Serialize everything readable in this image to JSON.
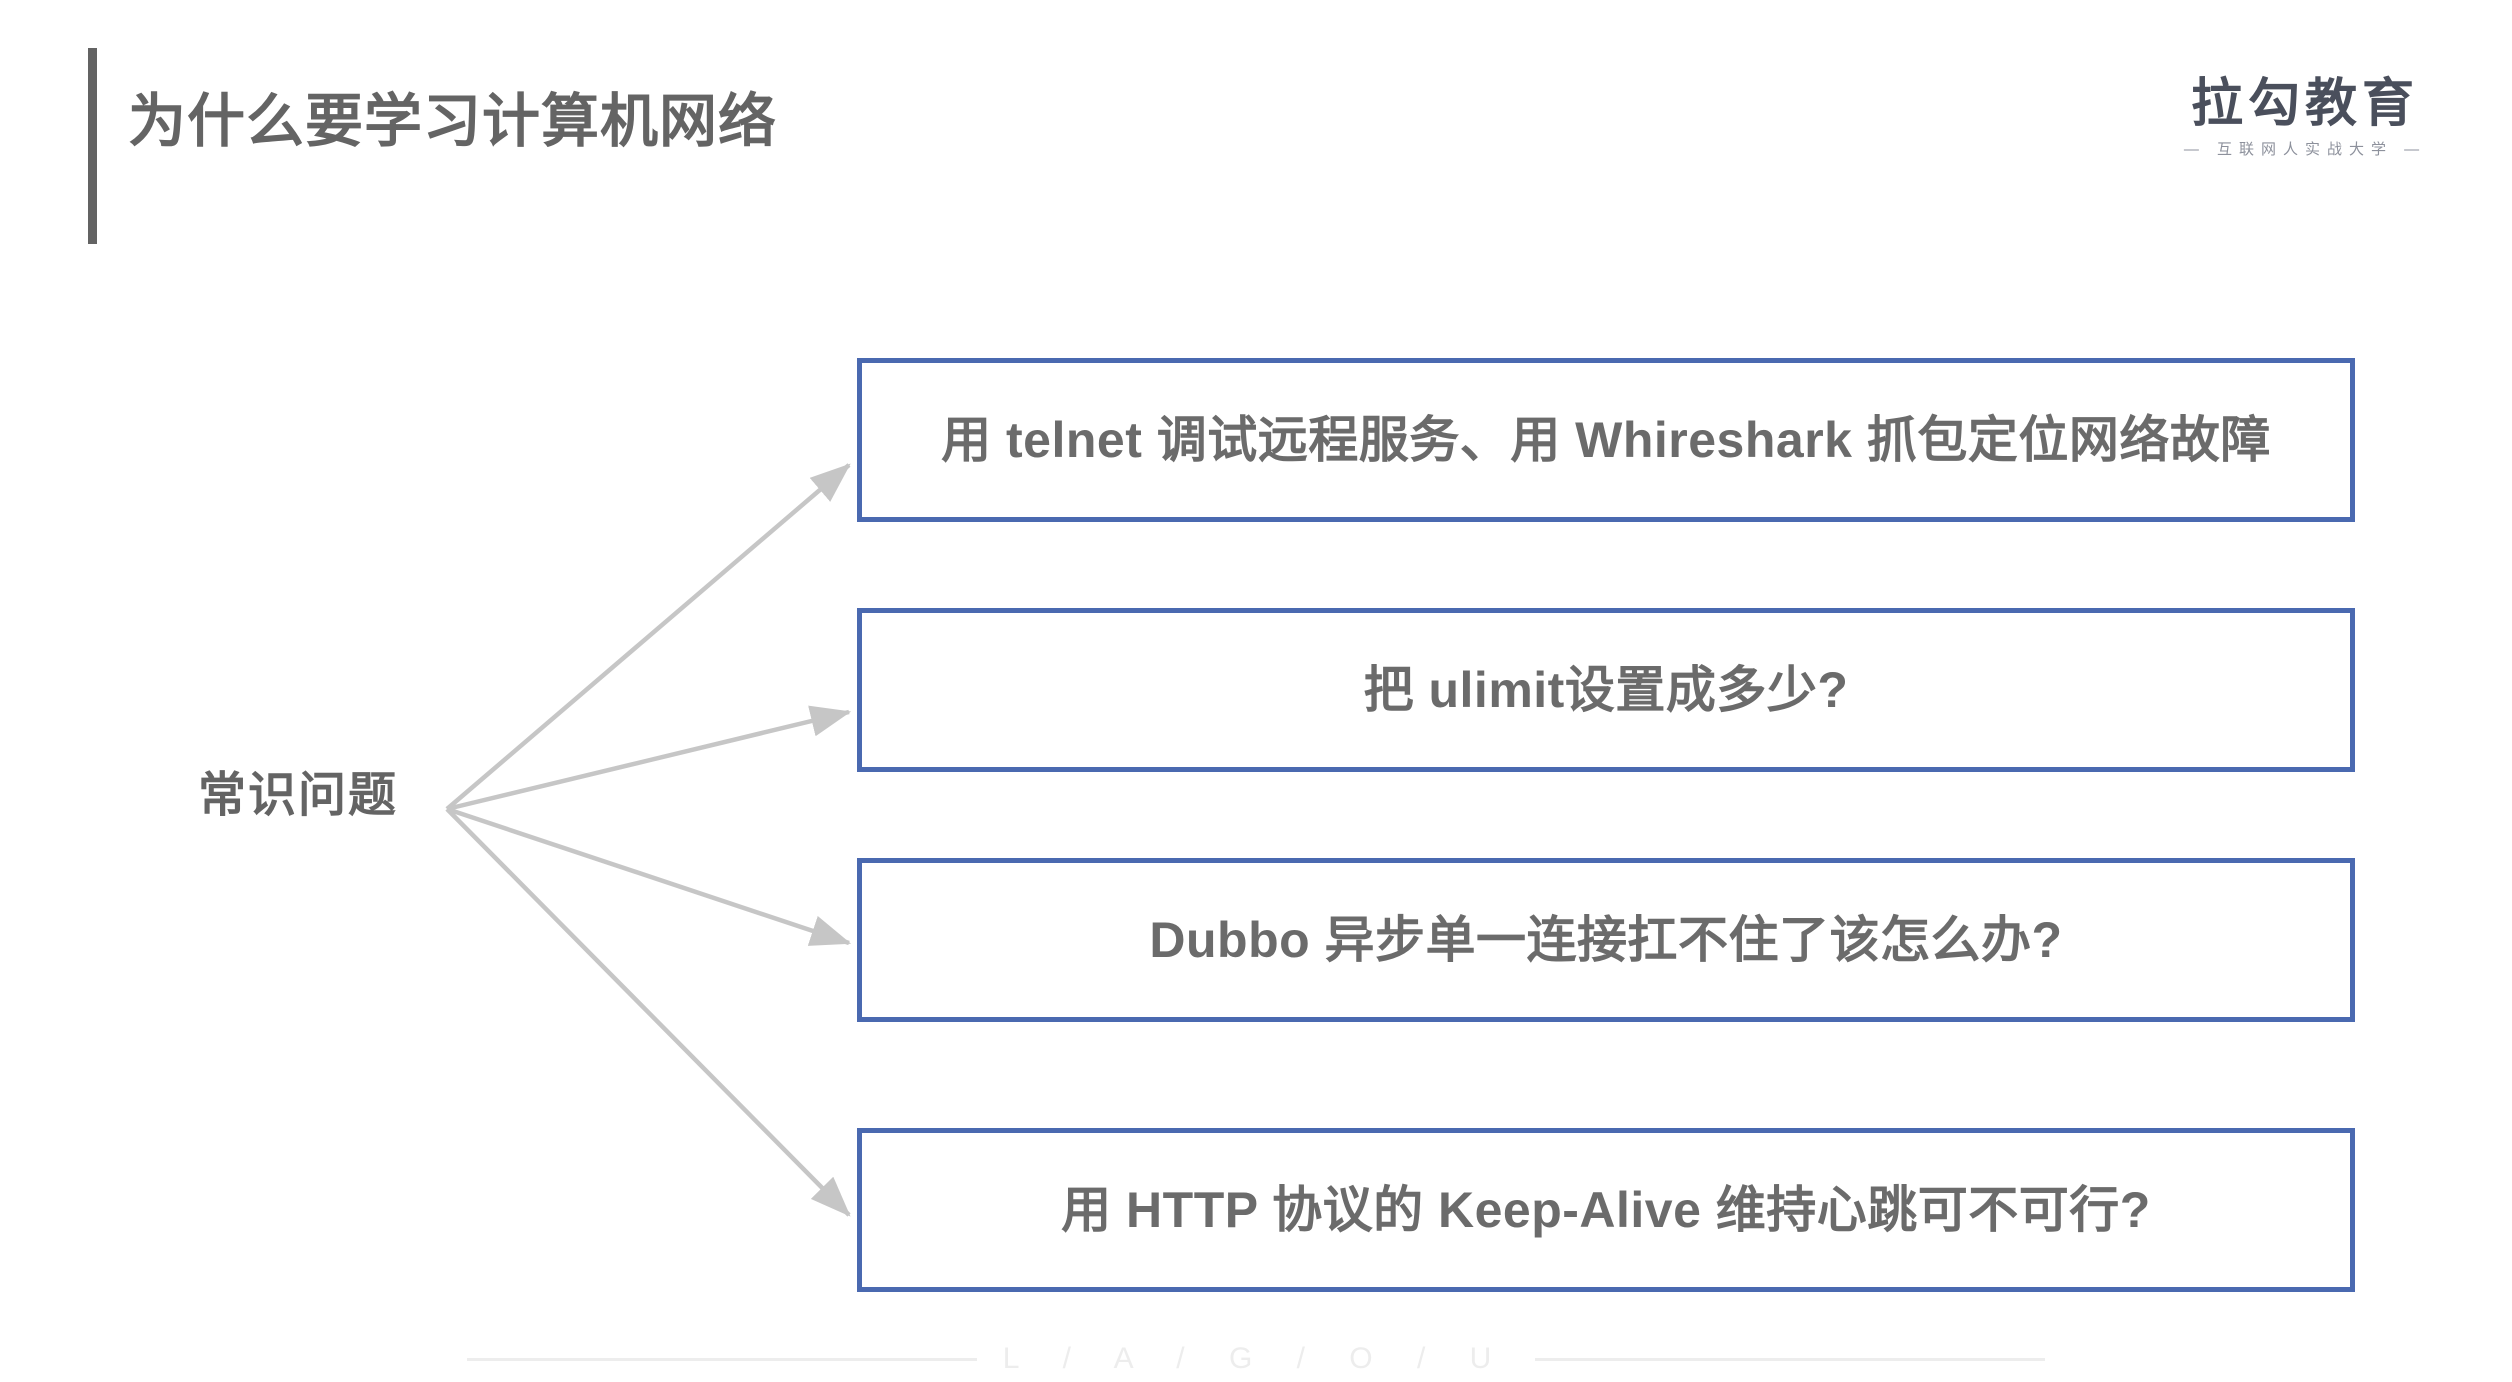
{
  "header": {
    "title": "为什么要学习计算机网络",
    "accent_color": "#636363",
    "title_color": "#646464"
  },
  "brand": {
    "name": "拉勾教育",
    "tagline": "— 互联网人实战大学 —",
    "name_color": "#4a4f5c",
    "tagline_color": "#8d919c"
  },
  "diagram": {
    "type": "fan-out",
    "root": {
      "label": "常识问题"
    },
    "connector_color": "#c6c6c6",
    "box_border_color": "#4a69b0",
    "box_text_color": "#6b6b6b",
    "leaves": [
      {
        "label": "用 telnet 调试远程服务、用 Whireshark 抓包定位网络故障"
      },
      {
        "label": "把 ulimit设置成多少?"
      },
      {
        "label": "Dubbo 异步单一连接扛不住了该怎么办?"
      },
      {
        "label": "用 HTTP 协议的 Keep-Alive 维持心跳可不可行?"
      }
    ]
  },
  "footer": {
    "wordmark": "L / A / G / O / U",
    "rule_color": "#ededed"
  }
}
